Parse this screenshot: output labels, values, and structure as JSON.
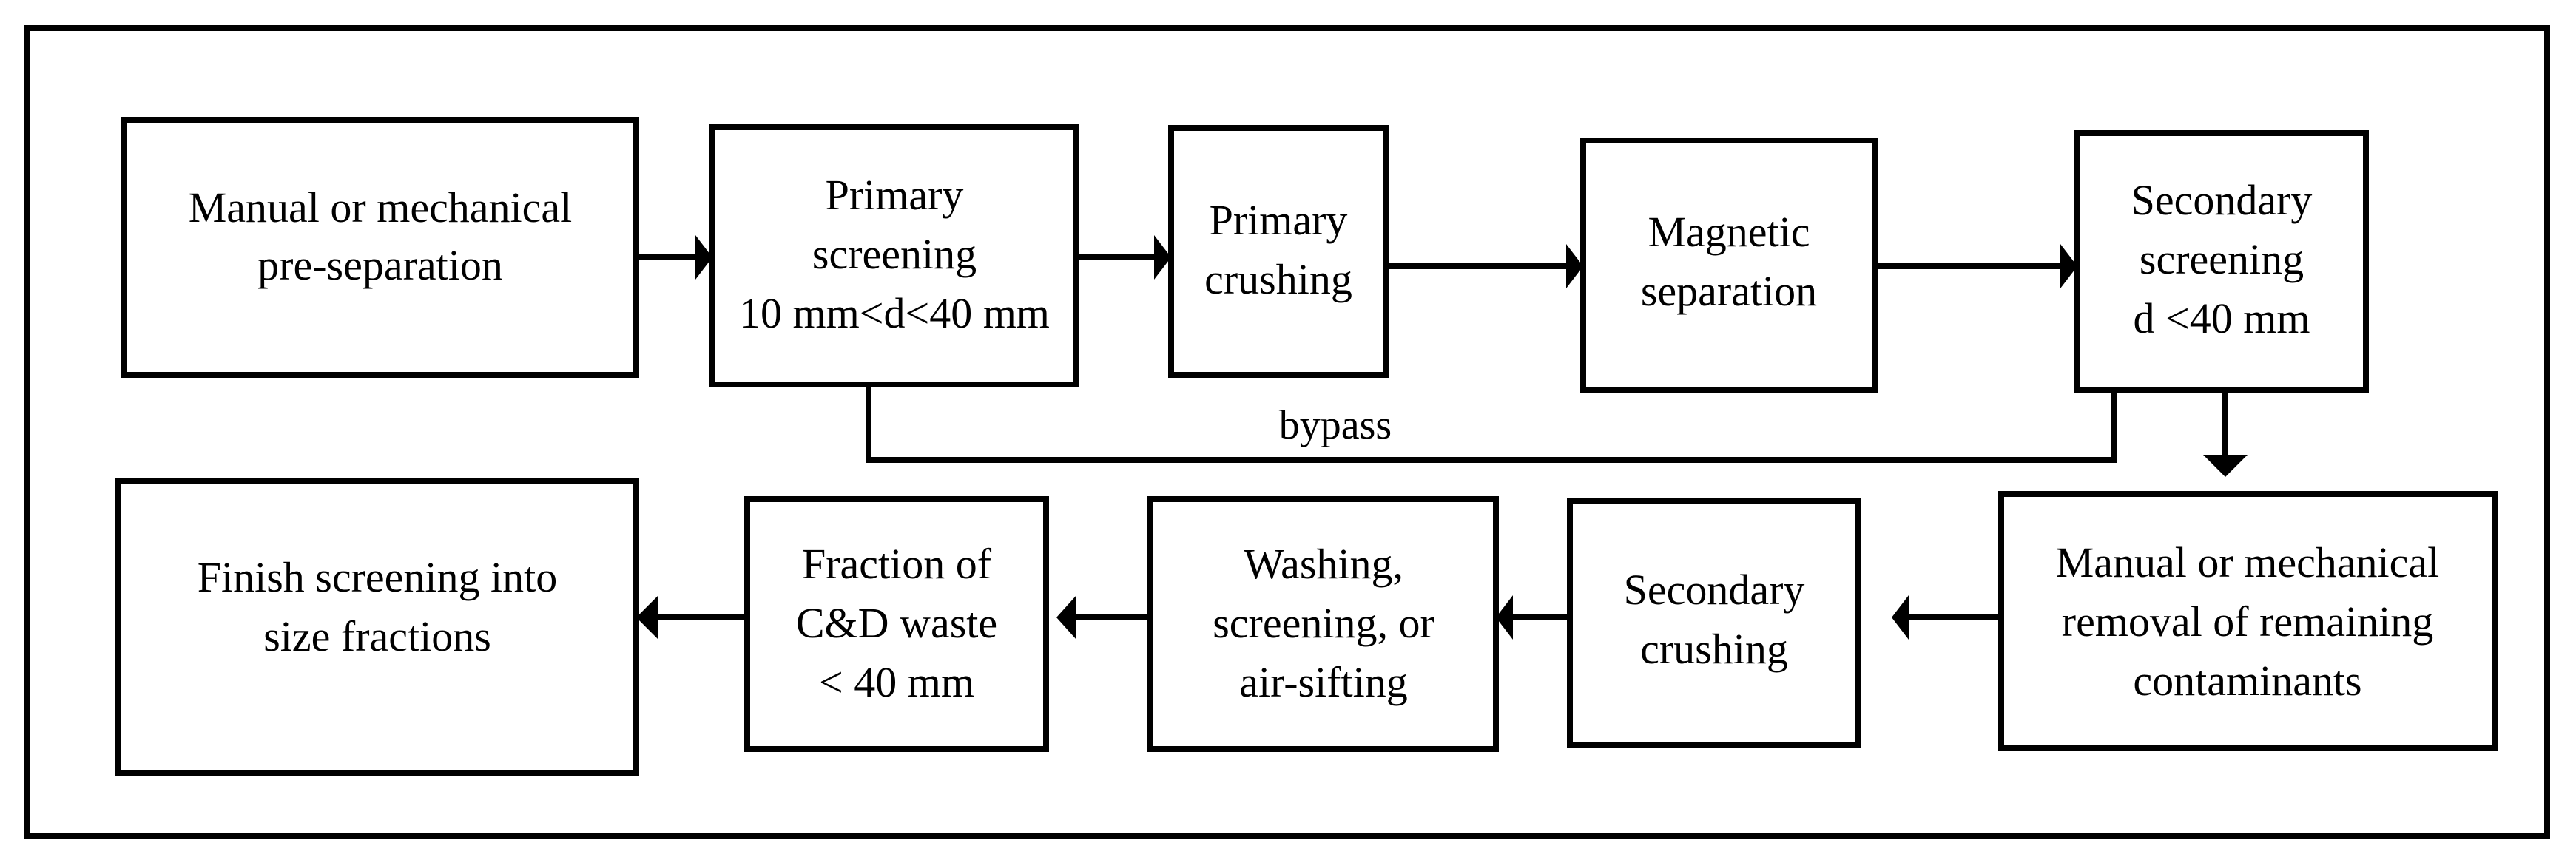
{
  "figure": {
    "kind": "process-flow-diagram",
    "subject": "Construction and demolition (C&D) waste recycling process",
    "frame": {
      "stroke_color": "#000000",
      "fill_color": "#ffffff"
    }
  },
  "nodes": [
    {
      "id": "manual-pre-separation",
      "name": "manual-or-mechanical-pre-separation",
      "lines": [
        "Manual or mechanical",
        "pre-separation"
      ]
    },
    {
      "id": "primary-screening",
      "name": "primary-screening",
      "lines": [
        "Primary",
        "screening",
        "10 mm<d<40 mm"
      ]
    },
    {
      "id": "primary-crushing",
      "name": "primary-crushing",
      "lines": [
        "Primary",
        "crushing"
      ]
    },
    {
      "id": "magnetic-separation",
      "name": "magnetic-separation",
      "lines": [
        "Magnetic",
        "separation"
      ]
    },
    {
      "id": "secondary-screening",
      "name": "secondary-screening",
      "lines": [
        "Secondary",
        "screening",
        "d <40 mm"
      ]
    },
    {
      "id": "contaminant-removal",
      "name": "manual-or-mechanical-removal-of-remaining-contaminants",
      "lines": [
        "Manual or mechanical",
        "removal of remaining",
        "contaminants"
      ]
    },
    {
      "id": "secondary-crushing",
      "name": "secondary-crushing",
      "lines": [
        "Secondary",
        "crushing"
      ]
    },
    {
      "id": "washing-screening-air-sifting",
      "name": "washing-screening-or-air-sifting",
      "lines": [
        "Washing,",
        "screening, or",
        "air-sifting"
      ]
    },
    {
      "id": "cd-waste-fraction",
      "name": "fraction-of-cd-waste-under-40-mm",
      "lines": [
        "Fraction of",
        "C&D waste",
        "< 40 mm"
      ]
    },
    {
      "id": "finish-screening",
      "name": "finish-screening-into-size-fractions",
      "lines": [
        "Finish screening into",
        "size fractions"
      ]
    }
  ],
  "edges": [
    {
      "id": "e1",
      "from": "manual-pre-separation",
      "to": "primary-screening",
      "label": ""
    },
    {
      "id": "e2",
      "from": "primary-screening",
      "to": "primary-crushing",
      "label": ""
    },
    {
      "id": "e3",
      "from": "primary-crushing",
      "to": "magnetic-separation",
      "label": ""
    },
    {
      "id": "e4",
      "from": "magnetic-separation",
      "to": "secondary-screening",
      "label": ""
    },
    {
      "id": "e5",
      "from": "primary-screening",
      "to": "secondary-screening",
      "label": "bypass"
    },
    {
      "id": "e6",
      "from": "secondary-screening",
      "to": "contaminant-removal",
      "label": ""
    },
    {
      "id": "e7",
      "from": "contaminant-removal",
      "to": "secondary-crushing",
      "label": ""
    },
    {
      "id": "e8",
      "from": "secondary-crushing",
      "to": "washing-screening-air-sifting",
      "label": ""
    },
    {
      "id": "e9",
      "from": "washing-screening-air-sifting",
      "to": "cd-waste-fraction",
      "label": ""
    },
    {
      "id": "e10",
      "from": "cd-waste-fraction",
      "to": "finish-screening",
      "label": ""
    }
  ],
  "labels": {
    "bypass": "bypass"
  }
}
